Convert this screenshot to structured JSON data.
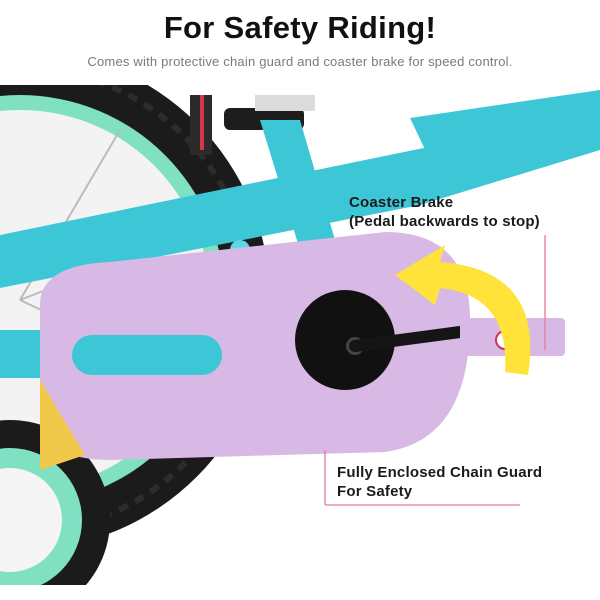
{
  "header": {
    "title": "For Safety Riding!",
    "subtitle": "Comes with protective chain guard and coaster brake for speed control."
  },
  "callouts": {
    "coaster_brake": {
      "line1": "Coaster Brake",
      "line2": "(Pedal backwards to stop)"
    },
    "chain_guard": {
      "line1": "Fully Enclosed Chain Guard",
      "line2": "For Safety"
    }
  },
  "colors": {
    "frame": "#3dc7d6",
    "chain_guard": "#d8b9e6",
    "arrow": "#ffe23a",
    "callout_line": "#e07d8f",
    "tire": "#1b1b1b",
    "rim": "#7fe0c2"
  }
}
